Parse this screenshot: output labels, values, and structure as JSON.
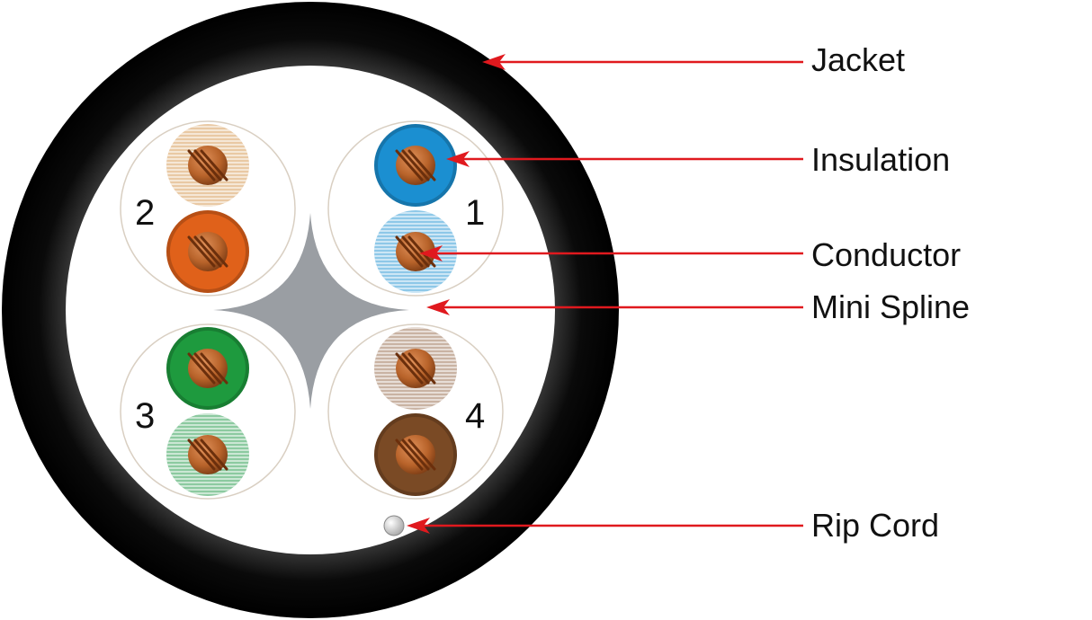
{
  "callouts": [
    {
      "id": "jacket",
      "label": "Jacket"
    },
    {
      "id": "insulation",
      "label": "Insulation"
    },
    {
      "id": "conductor",
      "label": "Conductor"
    },
    {
      "id": "mini-spline",
      "label": "Mini Spline"
    },
    {
      "id": "rip-cord",
      "label": "Rip Cord"
    }
  ],
  "pairs": [
    {
      "number": "1",
      "solid_color": "#1b8fd1",
      "stripe_color": "#8ec8e8"
    },
    {
      "number": "2",
      "solid_color": "#e0611a",
      "stripe_color": "#e9c9a4"
    },
    {
      "number": "3",
      "solid_color": "#1e9a3e",
      "stripe_color": "#8ccaa0"
    },
    {
      "number": "4",
      "solid_color": "#7a4a25",
      "stripe_color": "#c9b3a3"
    }
  ],
  "colors": {
    "jacket": "#111111",
    "arrow": "#e0191e",
    "copper": "#b8632a",
    "spline": "#9a9ea3"
  }
}
